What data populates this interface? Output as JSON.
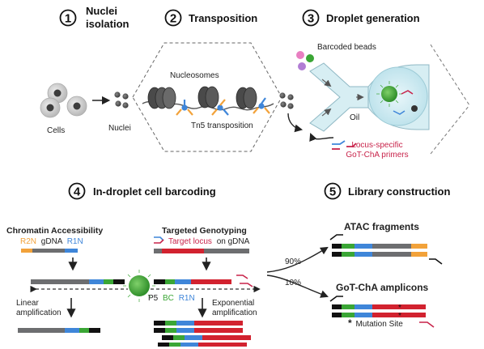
{
  "steps": [
    {
      "number": "1",
      "title_line1": "Nuclei",
      "title_line2": "isolation"
    },
    {
      "number": "2",
      "title_line1": "Transposition"
    },
    {
      "number": "3",
      "title_line1": "Droplet generation"
    },
    {
      "number": "4",
      "title_line1": "In-droplet cell barcoding"
    },
    {
      "number": "5",
      "title_line1": "Library construction"
    }
  ],
  "labels": {
    "cells": "Cells",
    "nuclei": "Nuclei",
    "nucleosomes": "Nucleosomes",
    "tn5": "Tn5 transposition",
    "barcoded_beads": "Barcoded beads",
    "oil": "Oil",
    "primers_line1": "Locus-specific",
    "primers_line2": "GoT-ChA primers",
    "chromatin": "Chromatin Accessibility",
    "r2n": "R2N",
    "gdna": "gDNA",
    "r1n": "R1N",
    "targeted": "Targeted Genotyping",
    "target_locus": "Target locus",
    "on_gdna": "on gDNA",
    "p5": "P5",
    "bc": "BC",
    "r1n_bead": "R1N",
    "linear_line1": "Linear",
    "linear_line2": "amplification",
    "exp_line1": "Exponential",
    "exp_line2": "amplification",
    "pct_90": "90%",
    "pct_10": "10%",
    "atac": "ATAC fragments",
    "gotcha": "GoT-ChA amplicons",
    "mutation": "Mutation Site"
  },
  "colors": {
    "orange": "#f2a23a",
    "gray": "#6d6e70",
    "blue": "#3f86d9",
    "green": "#3aa635",
    "red": "#d2222f",
    "black": "#1a1a1a",
    "pink": "#c8234a"
  }
}
